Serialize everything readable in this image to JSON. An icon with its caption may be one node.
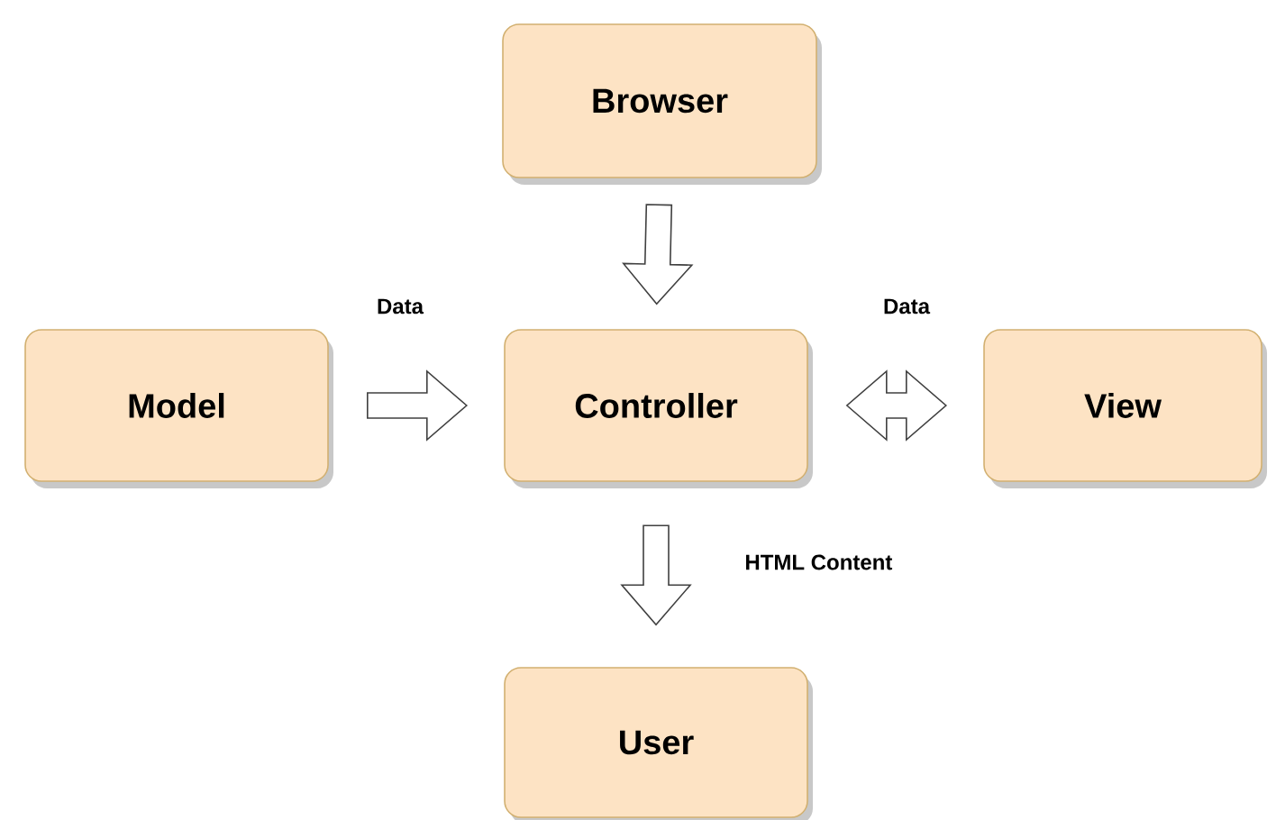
{
  "diagram": {
    "nodes": [
      {
        "text": [
          "Browser"
        ]
      },
      {
        "text": [
          "Model"
        ]
      },
      {
        "text": [
          "Controller"
        ]
      },
      {
        "text": [
          "View"
        ]
      },
      {
        "text": [
          "User"
        ]
      }
    ],
    "edges": [
      {
        "from": 0,
        "to": 2,
        "arrow": "to"
      },
      {
        "from": 1,
        "to": 2,
        "arrow": "to",
        "label": "Data"
      },
      {
        "from": 2,
        "to": 3,
        "arrow": "both",
        "label": "Data"
      },
      {
        "from": 2,
        "to": 4,
        "arrow": "to",
        "label": "HTML Content"
      }
    ]
  }
}
